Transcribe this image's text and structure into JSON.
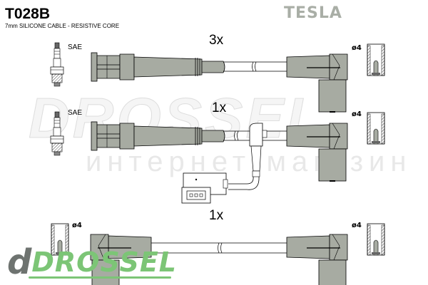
{
  "header": {
    "part_code": "T028B",
    "subtitle": "7mm SILICONE CABLE - RESISTIVE CORE",
    "brand": "TESLA"
  },
  "rows": [
    {
      "quantity": "3x",
      "left_terminal_label": "SAE",
      "right_terminal_label": "ø4",
      "left_type": "spark-plug-boot",
      "right_type": "angled-coil-boot"
    },
    {
      "quantity": "1x",
      "left_terminal_label": "SAE",
      "right_terminal_label": "ø4",
      "left_type": "spark-plug-boot",
      "right_type": "angled-coil-boot",
      "has_sensor_branch": true
    },
    {
      "quantity": "1x",
      "left_terminal_label": "ø4",
      "right_terminal_label": "ø4",
      "left_type": "angled-coil-boot",
      "right_type": "angled-coil-boot"
    }
  ],
  "watermark": {
    "brand": "DROSSEL",
    "tagline": "интернет-магазин"
  },
  "logo": {
    "letter": "d",
    "text": "DROSSEL"
  },
  "colors": {
    "boot_fill": "#a7aba2",
    "brand_gray": "#a9aea6",
    "logo_green": "#7cc576",
    "logo_gray": "#6e7370"
  }
}
